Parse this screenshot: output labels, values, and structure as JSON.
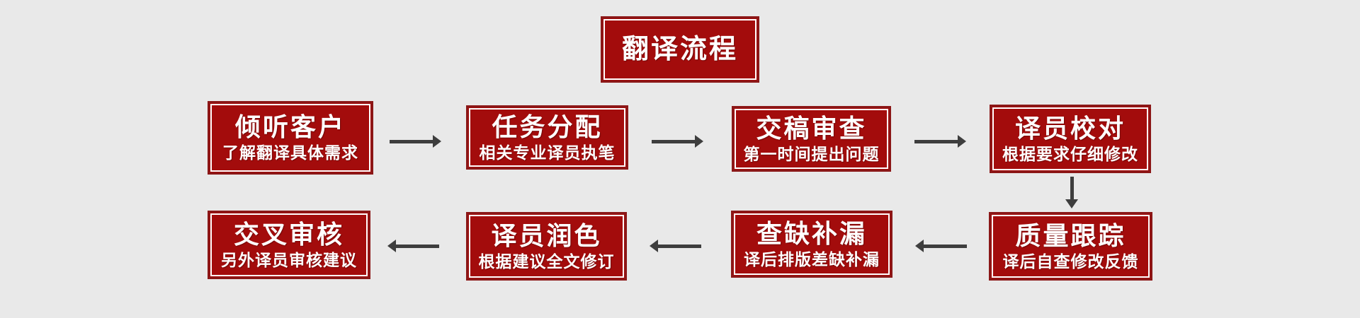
{
  "header": {
    "label": "翻译流程"
  },
  "steps": [
    {
      "title": "倾听客户",
      "subtitle": "了解翻译具体需求"
    },
    {
      "title": "任务分配",
      "subtitle": "相关专业译员执笔"
    },
    {
      "title": "交稿审查",
      "subtitle": "第一时间提出问题"
    },
    {
      "title": "译员校对",
      "subtitle": "根据要求仔细修改"
    },
    {
      "title": "质量跟踪",
      "subtitle": "译后自查修改反馈"
    },
    {
      "title": "查缺补漏",
      "subtitle": "译后排版差缺补漏"
    },
    {
      "title": "译员润色",
      "subtitle": "根据建议全文修订"
    },
    {
      "title": "交叉审核",
      "subtitle": "另外译员审核建议"
    }
  ],
  "flow": {
    "row1_direction": "left-to-right",
    "row2_direction": "right-to-left",
    "connectors": [
      "right",
      "right",
      "right",
      "down",
      "left",
      "left",
      "left"
    ]
  },
  "colors": {
    "background": "#E9E9E9",
    "box_fill": "#A30C0C",
    "box_outer_border": "#8B1717",
    "box_inner_border": "#FFFFFF",
    "text": "#FFFFFF",
    "arrow": "#3E3E3E"
  }
}
